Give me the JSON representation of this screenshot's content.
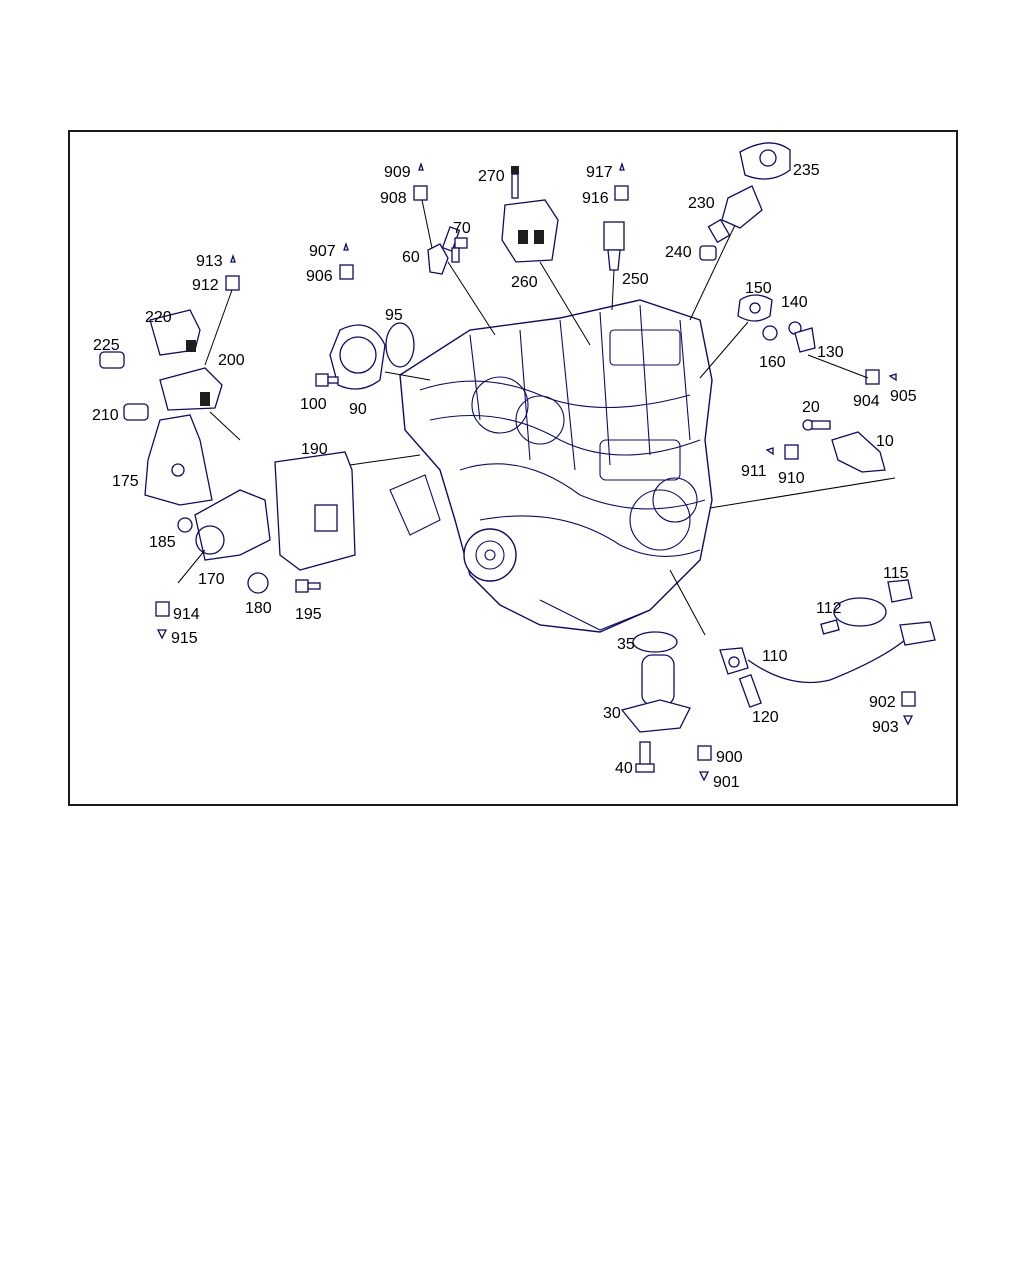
{
  "callouts": [
    "909",
    "908",
    "270",
    "917",
    "916",
    "235",
    "230",
    "240",
    "70",
    "60",
    "260",
    "250",
    "913",
    "912",
    "907",
    "906",
    "95",
    "150",
    "140",
    "220",
    "225",
    "200",
    "160",
    "130",
    "904",
    "905",
    "100",
    "90",
    "210",
    "20",
    "10",
    "911",
    "910",
    "175",
    "190",
    "185",
    "170",
    "180",
    "195",
    "914",
    "915",
    "115",
    "112",
    "110",
    "35",
    "902",
    "903",
    "120",
    "30",
    "900",
    "40",
    "901"
  ]
}
